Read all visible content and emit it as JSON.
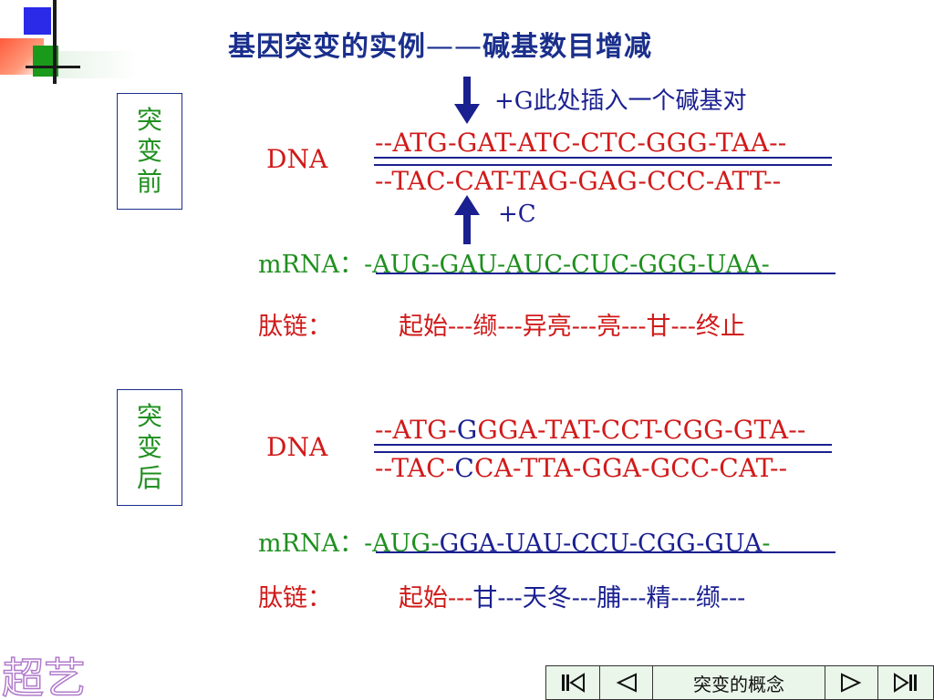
{
  "title": {
    "part1": "基因突变的实例",
    "dash": "——",
    "part2": "碱基数目增减"
  },
  "before": {
    "box_label": [
      "突",
      "变",
      "前"
    ],
    "insert_note": "+G此处插入一个碱基对",
    "complement_note": "+C",
    "dna_label": "DNA",
    "dna_top": "--ATG-GAT-ATC-CTC-GGG-TAA--",
    "dna_bottom": "--TAC-CAT-TAG-GAG-CCC-ATT--",
    "mrna_label": "mRNA：",
    "mrna_seq": "-AUG-GAU-AUC-CUC-GGG-UAA-",
    "peptide_label": "肽链：",
    "peptide_seq": "起始---缬---异亮---亮---甘---终止"
  },
  "after": {
    "box_label": [
      "突",
      "变",
      "后"
    ],
    "dna_label": "DNA",
    "dna_top_a": "--ATG-",
    "dna_top_b": "GGA-TAT-CCT-CGG-GTA--",
    "dna_top_g": "G",
    "dna_bottom_a": "--TAC-",
    "dna_bottom_c": "C",
    "dna_bottom_b": "CA-TTA-GGA-GCC-CAT--",
    "mrna_label": "mRNA：",
    "mrna_seq_a": "-AUG-",
    "mrna_seq_b": "GGA-UAU-CCU-CGG-GUA",
    "mrna_seq_c": "-",
    "peptide_label": "肽链：",
    "peptide_seq_a": "起始---",
    "peptide_seq_b": "甘---天冬---脯---精---缬---"
  },
  "logo_text": "超艺",
  "nav": {
    "first": "⏮",
    "prev": "◁",
    "label": "突变的概念",
    "next": "▷",
    "last": "⏭"
  },
  "colors": {
    "title": "#1a2f8c",
    "sequence": "#d11a1a",
    "mrna": "#1f8f1f",
    "mutated": "#1a2090"
  }
}
